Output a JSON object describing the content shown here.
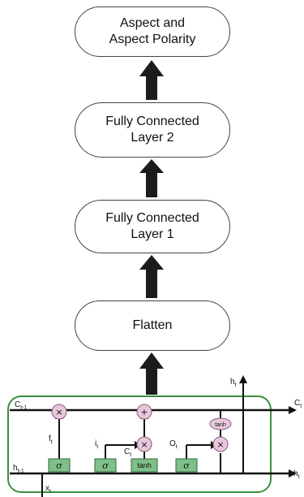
{
  "diagram": {
    "blocks": [
      {
        "id": "aspect",
        "label": "Aspect and\nAspect Polarity"
      },
      {
        "id": "fc2",
        "label": "Fully Connected\nLayer 2"
      },
      {
        "id": "fc1",
        "label": "Fully Connected\nLayer 1"
      },
      {
        "id": "flatten",
        "label": "Flatten"
      }
    ],
    "lstm": {
      "labels": {
        "c_prev": "C",
        "c_prev_sub": "t-1",
        "c_next": "C",
        "c_next_sub": "t",
        "h_prev": "h",
        "h_prev_sub": "t-1",
        "h_next": "h",
        "h_next_sub": "t",
        "h_top": "h",
        "h_top_sub": "t",
        "x_in": "x",
        "x_in_sub": "t",
        "f_gate": "f",
        "f_gate_sub": "t",
        "i_gate": "i",
        "i_gate_sub": "t",
        "c_tilde": "C",
        "c_tilde_sub": "t",
        "o_gate": "O",
        "o_gate_sub": "t",
        "sigma": "σ",
        "tanh": "tanh",
        "times": "×",
        "plus": "+"
      }
    }
  },
  "colors": {
    "arrow": "#1c1c1c",
    "line": "#111111",
    "gate_fill": "#7fbf8a",
    "op_fill": "#e7c7dc",
    "cell_border": "#3b8f3b"
  }
}
